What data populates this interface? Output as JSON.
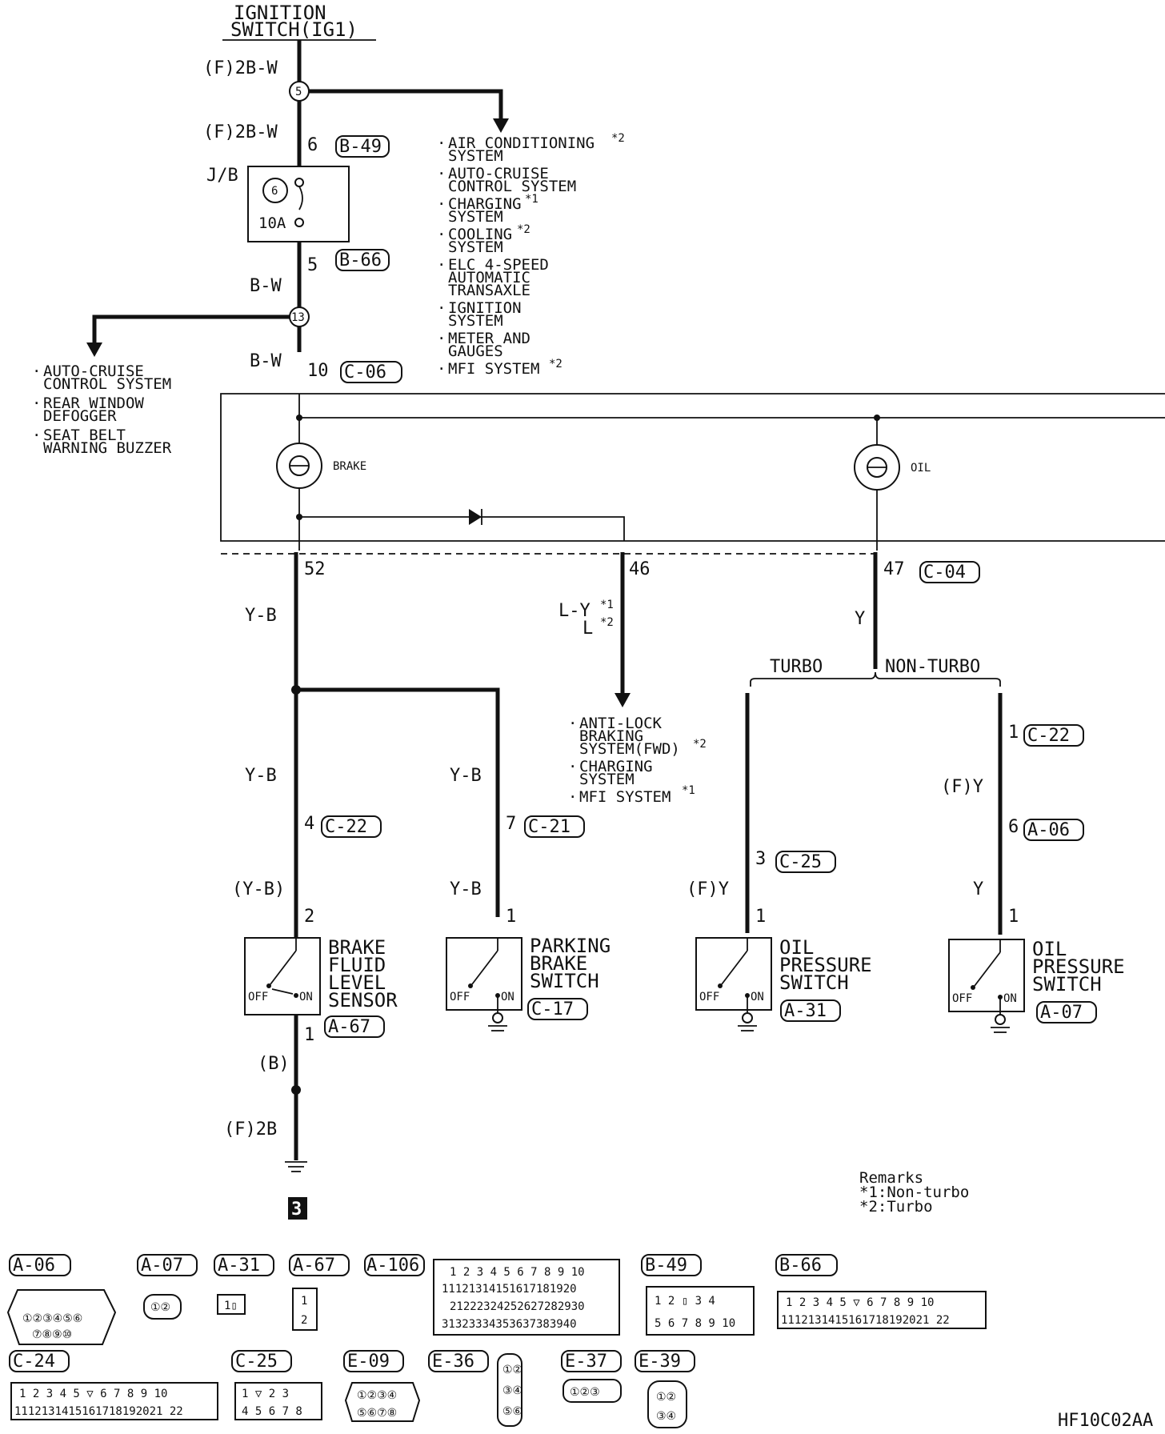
{
  "header": {
    "line1": "IGNITION",
    "line2": "SWITCH(IG1)"
  },
  "wires": {
    "top1": "(F)2B-W",
    "top2": "(F)2B-W",
    "bw1": "B-W",
    "bw2": "B-W",
    "yb_top": "Y-B",
    "yb_left": "Y-B",
    "yb_mid": "Y-B",
    "yb_mid2": "Y-B",
    "yb_paren": "(Y-B)",
    "ly": "L-Y",
    "l": "L",
    "y_top": "Y",
    "fy_turbo": "(F)Y",
    "fy_nonturbo": "(F)Y",
    "y_nonturbo": "Y",
    "b_paren": "(B)",
    "f2b": "(F)2B"
  },
  "junctions": {
    "j5": "5",
    "j13": "13"
  },
  "fuse": {
    "label": "J/B",
    "number": "6",
    "rating": "10A"
  },
  "pins": {
    "p6": "6",
    "p5": "5",
    "p10": "10",
    "p52": "52",
    "p46": "46",
    "p47": "47",
    "p4": "4",
    "p7": "7",
    "p2": "2",
    "p1a": "1",
    "p1b": "1",
    "p1c": "1",
    "p1d": "1",
    "p1e": "1",
    "p3": "3",
    "p1_c22": "1",
    "p6_a06": "6"
  },
  "connectors": {
    "b49": "B-49",
    "b66": "B-66",
    "c06": "C-06",
    "c04": "C-04",
    "c22a": "C-22",
    "c21": "C-21",
    "c25": "C-25",
    "c22b": "C-22",
    "a06": "A-06",
    "a67": "A-67",
    "c17": "C-17",
    "a31": "A-31",
    "a07": "A-07"
  },
  "right_list": {
    "i1a": "AIR CONDITIONING",
    "i1b": "SYSTEM",
    "i1s": "*2",
    "i2a": "AUTO-CRUISE",
    "i2b": "CONTROL SYSTEM",
    "i3a": "CHARGING",
    "i3b": "SYSTEM",
    "i3s": "*1",
    "i4a": "COOLING",
    "i4b": "SYSTEM",
    "i4s": "*2",
    "i5a": "ELC 4-SPEED",
    "i5b": "AUTOMATIC",
    "i5c": "TRANSAXLE",
    "i6a": "IGNITION",
    "i6b": "SYSTEM",
    "i7a": "METER AND",
    "i7b": "GAUGES",
    "i8a": "MFI SYSTEM",
    "i8s": "*2"
  },
  "left_list": {
    "i1a": "AUTO-CRUISE",
    "i1b": "CONTROL SYSTEM",
    "i2a": "REAR WINDOW",
    "i2b": "DEFOGGER",
    "i3a": "SEAT BELT",
    "i3b": "WARNING BUZZER"
  },
  "mid_list": {
    "i1a": "ANTI-LOCK",
    "i1b": "BRAKING",
    "i1c": "SYSTEM(FWD)",
    "i1s": "*2",
    "i2a": "CHARGING",
    "i2b": "SYSTEM",
    "i3a": "MFI SYSTEM",
    "i3s": "*1"
  },
  "ly_sup": {
    "s1": "*1",
    "s2": "*2"
  },
  "lamps": {
    "brake": "BRAKE",
    "oil": "OIL"
  },
  "branch": {
    "turbo": "TURBO",
    "nonturbo": "NON-TURBO"
  },
  "components": {
    "bfls": [
      "BRAKE",
      "FLUID",
      "LEVEL",
      "SENSOR"
    ],
    "pbs": [
      "PARKING",
      "BRAKE",
      "SWITCH"
    ],
    "ops1": [
      "OIL",
      "PRESSURE",
      "SWITCH"
    ],
    "ops2": [
      "OIL",
      "PRESSURE",
      "SWITCH"
    ],
    "off": "OFF",
    "on": "ON"
  },
  "ground_ref": "3",
  "remarks": {
    "title": "Remarks",
    "r1": "*1:Non-turbo",
    "r2": "*2:Turbo"
  },
  "connector_views": {
    "a06": "A-06",
    "a07": "A-07",
    "a31": "A-31",
    "a67": "A-67",
    "a106": "A-106",
    "b49": "B-49",
    "b66": "B-66",
    "c24": "C-24",
    "c25": "C-25",
    "e09": "E-09",
    "e36": "E-36",
    "e37": "E-37",
    "e39": "E-39"
  },
  "figure_code": "HF10C02AA"
}
